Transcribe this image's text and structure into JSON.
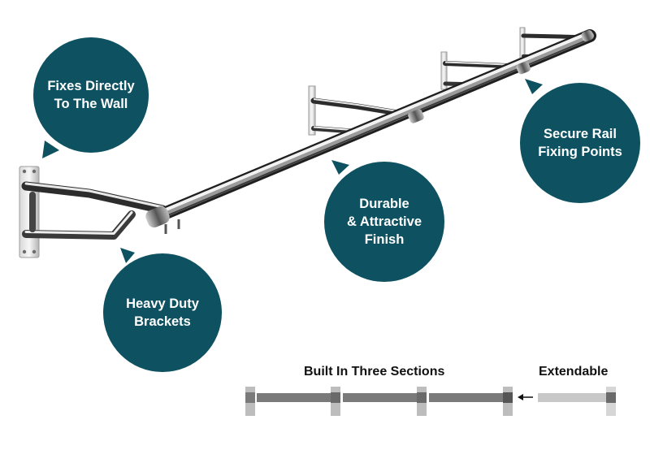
{
  "callouts": {
    "wall": "Fixes Directly\nTo The Wall",
    "brackets": "Heavy Duty\nBrackets",
    "finish": "Durable\n& Attractive\nFinish",
    "fixing": "Secure Rail\nFixing Points"
  },
  "diagram": {
    "sections_label": "Built In Three Sections",
    "extendable_label": "Extendable"
  },
  "icons": [
    "wall-plate-icon",
    "bracket-icon",
    "rail-icon",
    "callout-arrow-icon",
    "left-arrow-icon"
  ],
  "colors": {
    "callout_bg": "#0e5160",
    "callout_text": "#ffffff",
    "rail_section": "#7a7a7a",
    "rail_extension": "#c8c8c8"
  }
}
